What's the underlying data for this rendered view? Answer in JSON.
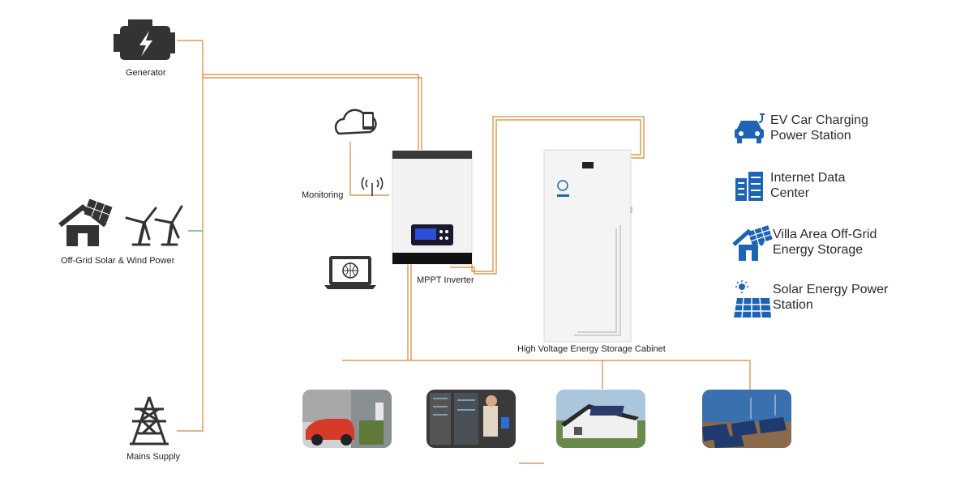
{
  "labels": {
    "generator": "Generator",
    "offgrid": "Off-Grid Solar & Wind Power",
    "mains": "Mains Supply",
    "monitoring": "Monitoring",
    "inverter": "MPPT Inverter",
    "cabinet": "High Voltage Energy Storage Cabinet"
  },
  "legend": [
    {
      "line1": "EV Car Charging",
      "line2": "Power Station",
      "icon": "ev-charging-icon"
    },
    {
      "line1": "Internet Data",
      "line2": "Center",
      "icon": "data-center-icon"
    },
    {
      "line1": "Villa Area Off-Grid",
      "line2": "Energy Storage",
      "icon": "villa-solar-icon"
    },
    {
      "line1": "Solar Energy Power",
      "line2": "Station",
      "icon": "solar-panel-icon"
    }
  ],
  "colors": {
    "wire": "#d8862e",
    "wire_green": "#4caf50",
    "icon_dark": "#333333",
    "icon_blue": "#1e64b4",
    "inverter_screen": "#1a1a2e"
  }
}
